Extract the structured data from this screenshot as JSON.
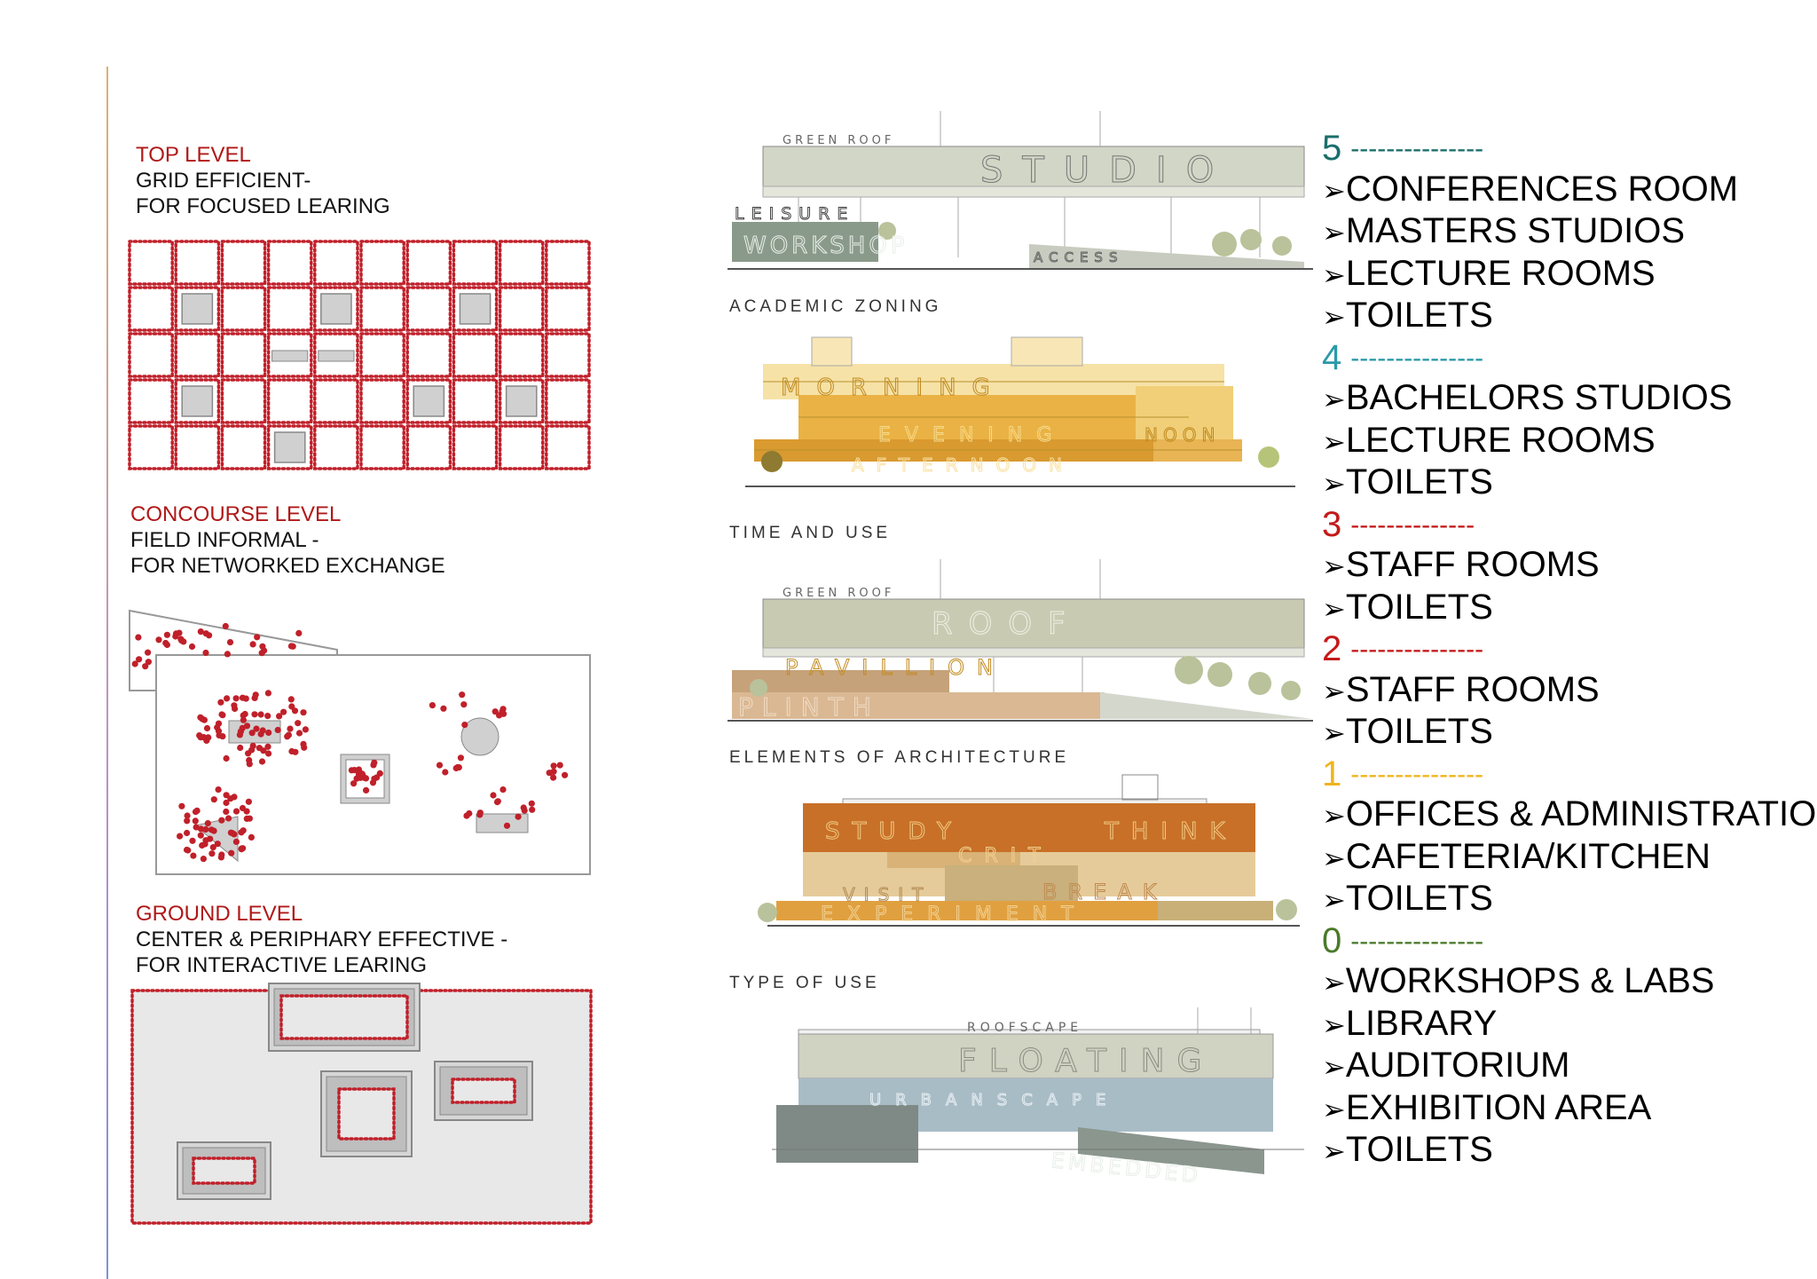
{
  "levels": [
    {
      "title": "TOP LEVEL",
      "line1": "GRID EFFICIENT-",
      "line2": "FOR FOCUSED LEARING"
    },
    {
      "title": "CONCOURSE LEVEL",
      "line1": "FIELD INFORMAL -",
      "line2": "FOR NETWORKED EXCHANGE"
    },
    {
      "title": "GROUND LEVEL",
      "line1": "CENTER & PERIPHARY EFFECTIVE -",
      "line2": "FOR INTERACTIVE LEARING"
    }
  ],
  "sections": [
    {
      "caption": "ACADEMIC ZONING",
      "labels": [
        "GREEN ROOF",
        "STUDIO",
        "LEISURE",
        "WORKSHOP",
        "ACCESS"
      ]
    },
    {
      "caption": "TIME AND USE",
      "labels": [
        "MORNING",
        "EVENING",
        "NOON",
        "AFTERNOON"
      ]
    },
    {
      "caption": "ELEMENTS OF ARCHITECTURE",
      "labels": [
        "GREEN ROOF",
        "ROOF",
        "PAVILLION",
        "PLINTH"
      ]
    },
    {
      "caption": "TYPE OF USE",
      "labels": [
        "STUDY",
        "THINK",
        "CRIT",
        "VISIT",
        "BREAK",
        "EXPERIMENT"
      ]
    },
    {
      "caption": "",
      "labels": [
        "ROOFSCAPE",
        "FLOATING",
        "URBANSCAPE",
        "EMBEDDED"
      ]
    }
  ],
  "floors": [
    {
      "number": "5",
      "dashes": "---------------",
      "color": "#1a6e6a",
      "items": [
        "CONFERENCES ROOM",
        "MASTERS STUDIOS",
        "LECTURE ROOMS",
        "TOILETS"
      ]
    },
    {
      "number": "4",
      "dashes": "---------------",
      "color": "#2a9aa8",
      "items": [
        "BACHELORS STUDIOS",
        "LECTURE ROOMS",
        "TOILETS"
      ]
    },
    {
      "number": "3",
      "dashes": "--------------",
      "color": "#c41a1a",
      "items": [
        "STAFF ROOMS",
        "TOILETS"
      ]
    },
    {
      "number": "2",
      "dashes": "---------------",
      "color": "#c41a1a",
      "items": [
        "STAFF ROOMS",
        "TOILETS"
      ]
    },
    {
      "number": "1",
      "dashes": "---------------",
      "color": "#f0b41c",
      "items": [
        "OFFICES & ADMINISTRATION",
        "CAFETERIA/KITCHEN",
        "TOILETS"
      ]
    },
    {
      "number": "0",
      "dashes": "---------------",
      "color": "#4a7a2a",
      "items": [
        "WORKSHOPS & LABS",
        "LIBRARY",
        "AUDITORIUM",
        "EXHIBITION AREA",
        "TOILETS"
      ]
    }
  ],
  "bullet": "➢",
  "colors": {
    "accent": "#b01818",
    "dot": "#c0202a",
    "grey_block": "#d0d0d0"
  }
}
